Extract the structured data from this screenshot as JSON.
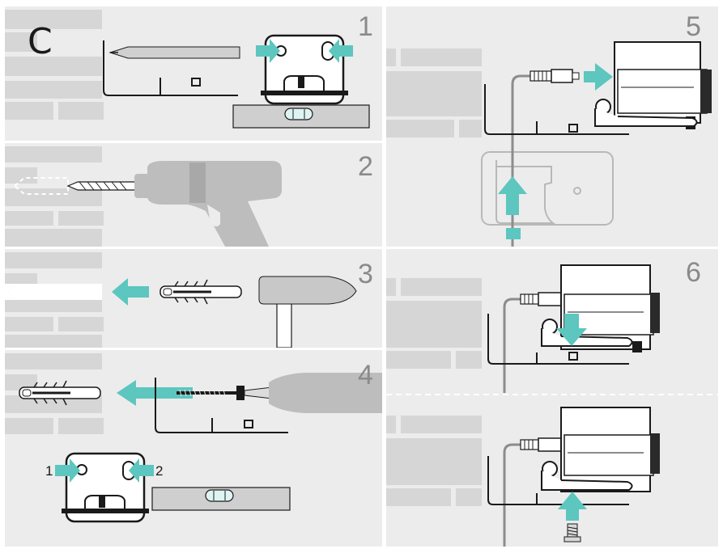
{
  "section_letter": "C",
  "steps": {
    "s1": "1",
    "s2": "2",
    "s3": "3",
    "s4": "4",
    "s5": "5",
    "s6": "6"
  },
  "step4_labels": {
    "left": "1",
    "right": "2"
  },
  "colors": {
    "accent": "#5cc6bf",
    "panel": "#ececec",
    "brick": "#d6d6d6",
    "stroke": "#1a1a1a",
    "step_number": "#8a8a8a"
  }
}
